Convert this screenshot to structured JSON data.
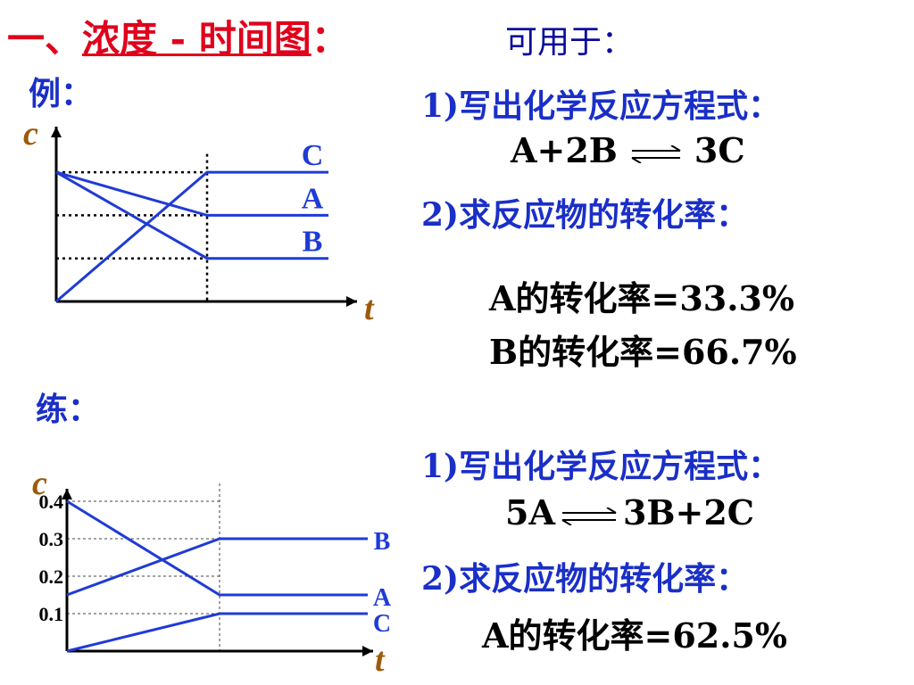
{
  "title": {
    "prefix": "一、",
    "main": "浓度 - 时间图",
    "colon": "："
  },
  "usage_label": "可用于：",
  "example": {
    "label": "例：",
    "item1": "1)写出化学反应方程式：",
    "equation": {
      "left": "A+2B",
      "right": "3C"
    },
    "item2": "2)求反应物的转化率：",
    "result_a": "A的转化率=33.3%",
    "result_b": "B的转化率=66.7%"
  },
  "practice": {
    "label": "练：",
    "item1": "1)写出化学反应方程式：",
    "equation": {
      "left": "5A",
      "right": "3B+2C"
    },
    "item2": "2)求反应物的转化率：",
    "result_a": "A的转化率=62.5%"
  },
  "colors": {
    "title": "#e0001b",
    "text_blue": "#1a2fc7",
    "line": "#1f3bd6",
    "axis_label": "#9c5a0a"
  },
  "chart_data": [
    {
      "type": "line",
      "xlabel": "t",
      "ylabel": "c",
      "x": [
        "0",
        "t1",
        "end"
      ],
      "series": [
        {
          "name": "C",
          "values": [
            0,
            3,
            3
          ]
        },
        {
          "name": "A",
          "values": [
            3,
            2,
            2
          ]
        },
        {
          "name": "B",
          "values": [
            3,
            1,
            1
          ]
        }
      ],
      "reference_levels": [
        3,
        2,
        1
      ],
      "reference_time": "t1",
      "ylim": [
        0,
        3.4
      ]
    },
    {
      "type": "line",
      "xlabel": "t",
      "ylabel": "c",
      "x": [
        "0",
        "t1",
        "end"
      ],
      "y_ticks": [
        "0.4",
        "0.3",
        "0.2",
        "0.1"
      ],
      "series": [
        {
          "name": "B",
          "values": [
            0.15,
            0.3,
            0.3
          ]
        },
        {
          "name": "A",
          "values": [
            0.4,
            0.15,
            0.15
          ]
        },
        {
          "name": "C",
          "values": [
            0.0,
            0.1,
            0.1
          ]
        }
      ],
      "ylim": [
        0,
        0.42
      ]
    }
  ]
}
